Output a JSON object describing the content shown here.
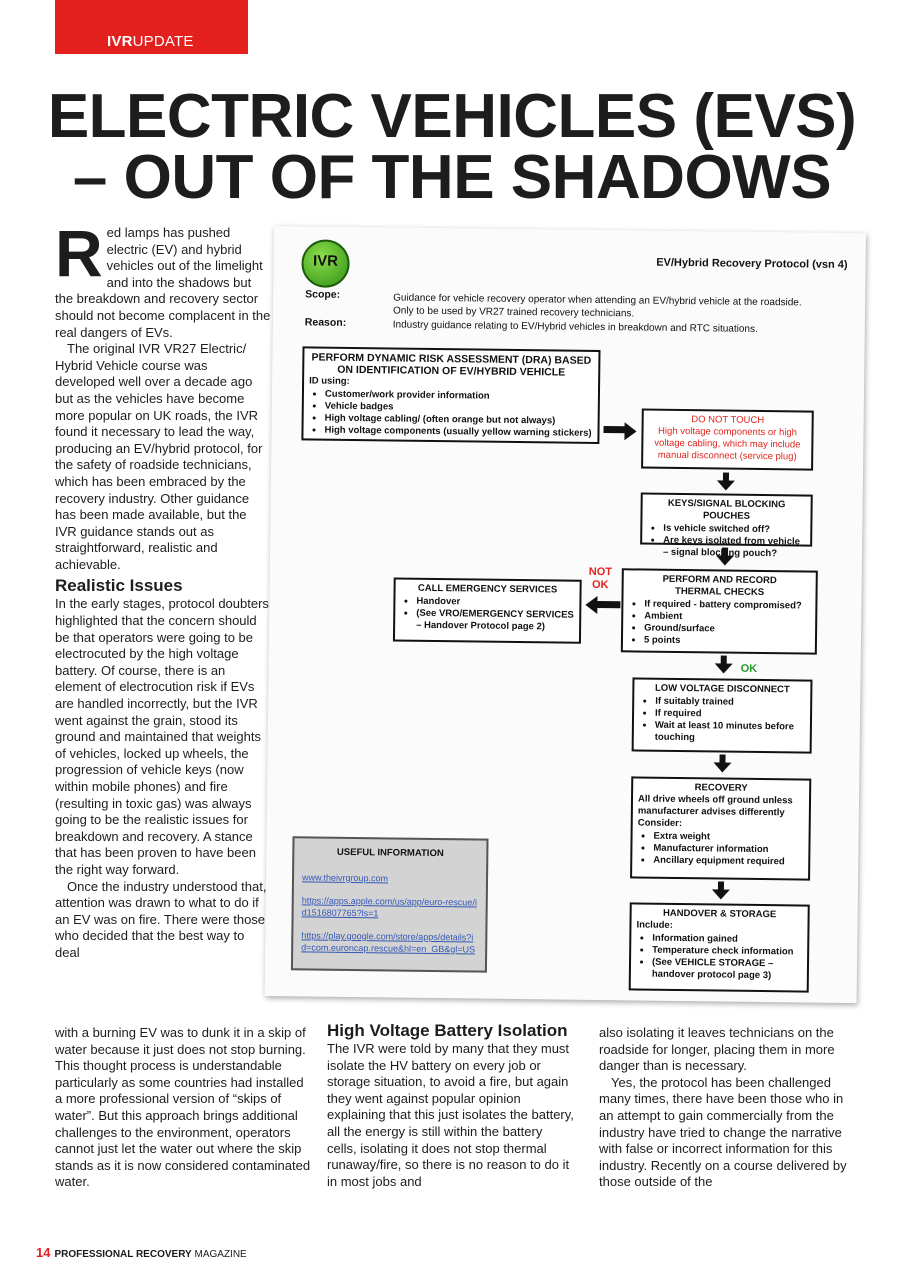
{
  "section": {
    "prefix": "IVR",
    "suffix": "UPDATE"
  },
  "headline": {
    "line1": "ELECTRIC VEHICLES (EVS)",
    "line2": "– OUT OF THE SHADOWS"
  },
  "col1": {
    "dropcap": "R",
    "p1": "ed lamps has pushed electric (EV) and hybrid vehicles out of the limelight and into the shadows but the breakdown and recovery sector should not become complacent in the real dangers of EVs.",
    "p2": "The original IVR VR27 Electric/ Hybrid Vehicle course was developed well over a decade ago but as the vehicles have become more popular on UK roads, the IVR found it necessary to lead the way, producing an EV/hybrid protocol, for the safety of roadside technicians, which has been embraced by the recovery industry. Other guidance has been made available, but the IVR guidance stands out as straightforward, realistic and achievable.",
    "sub1": "Realistic Issues",
    "p3": "In the early stages, protocol doubters highlighted that the concern should be that operators were going to be electrocuted by the high voltage battery. Of course, there is an element of electrocution risk if EVs are handled incorrectly, but the IVR went against the grain, stood its ground and maintained that weights of vehicles, locked up wheels, the progression of vehicle keys (now within mobile phones) and fire (resulting in toxic gas) was always going to be the realistic issues for breakdown and recovery. A stance that has been proven to have been the right way forward.",
    "p4a": "Once the industry understood that, attention was drawn to what to do if an EV was on fire. There were those who decided that the best way to deal",
    "p4b": "with a burning EV was to dunk it in a skip of water because it just does not stop burning. This thought process is understandable particularly as some countries had installed a more professional version of “skips of water”. But this approach brings additional challenges to the environment, operators cannot just let the water out where the skip stands as it is now considered contaminated water."
  },
  "col2": {
    "sub": "High Voltage Battery Isolation",
    "p1": "The IVR were told by many that they must isolate the HV battery on every job or storage situation, to avoid a fire, but again they went against popular opinion explaining that this just isolates the battery, all the energy is still within the battery cells, isolating it does not stop thermal runaway/fire, so there is no reason to do it in most jobs and"
  },
  "col3": {
    "p1": "also isolating it leaves technicians on the roadside for longer, placing them in more danger than is necessary.",
    "p2": "Yes, the protocol has been challenged many times, there have been those who in an attempt to gain commercially from the industry have tried to change the narrative with false or incorrect information for this industry. Recently on a course delivered by those outside of the"
  },
  "protocol": {
    "logo": "IVR",
    "title": "EV/Hybrid Recovery Protocol (vsn 4)",
    "scope_label": "Scope:",
    "scope_text1": "Guidance for vehicle recovery operator when attending an EV/hybrid vehicle at the roadside.",
    "scope_text2": "Only to be used by VR27 trained recovery technicians.",
    "reason_label": "Reason:",
    "reason_text": "Industry guidance relating to EV/Hybrid vehicles in breakdown and RTC situations.",
    "dra": {
      "h1": "PERFORM DYNAMIC RISK ASSESSMENT (DRA) BASED",
      "h2": "ON IDENTIFICATION OF EV/HYBRID VEHICLE",
      "intro": "ID using:",
      "items": [
        "Customer/work provider information",
        "Vehicle badges",
        "High voltage cabling/ (often orange but not always)",
        "High voltage components (usually yellow warning stickers)"
      ]
    },
    "donottouch": {
      "h": "DO NOT TOUCH",
      "t": "High voltage components or high voltage cabling, which may include manual disconnect (service plug)"
    },
    "keys": {
      "h": "KEYS/SIGNAL BLOCKING POUCHES",
      "items": [
        "Is vehicle switched off?",
        "Are keys isolated from vehicle – signal blocking pouch?"
      ]
    },
    "thermal": {
      "h1": "PERFORM AND RECORD",
      "h2": "THERMAL CHECKS",
      "items": [
        "If required - battery compromised?",
        "Ambient",
        "Ground/surface",
        "5 points"
      ]
    },
    "notok": {
      "l1": "NOT",
      "l2": "OK"
    },
    "ok": "OK",
    "emergency": {
      "h": "CALL EMERGENCY SERVICES",
      "items": [
        "Handover",
        "(See VRO/EMERGENCY SERVICES – Handover Protocol page 2)"
      ]
    },
    "lowvolt": {
      "h": "LOW VOLTAGE DISCONNECT",
      "items": [
        "If suitably trained",
        "If required",
        "Wait at least 10 minutes before touching"
      ]
    },
    "recovery": {
      "h": "RECOVERY",
      "t1": "All drive wheels off ground unless manufacturer advises differently",
      "t2": "Consider:",
      "items": [
        "Extra weight",
        "Manufacturer information",
        "Ancillary equipment required"
      ]
    },
    "handover": {
      "h": "HANDOVER & STORAGE",
      "intro": "Include:",
      "items": [
        "Information gained",
        "Temperature check information",
        "(See VEHICLE STORAGE – handover protocol page 3)"
      ]
    },
    "useful": {
      "h": "USEFUL INFORMATION",
      "links": [
        "www.theivrgroup.com",
        "https://apps.apple.com/us/app/euro-rescue/id1516807765?ls=1",
        "https://play.google.com/store/apps/details?id=com.euroncap.rescue&hl=en_GB&gl=US"
      ]
    }
  },
  "footer": {
    "page": "14",
    "brand": "PROFESSIONAL RECOVERY",
    "mag": "MAGAZINE"
  },
  "colors": {
    "accent": "#e4201f",
    "text": "#1d1d1d",
    "danger_text": "#e0261f",
    "ok_text": "#2a9a2a",
    "info_bg": "#d3d3d3",
    "link": "#3358b5"
  }
}
